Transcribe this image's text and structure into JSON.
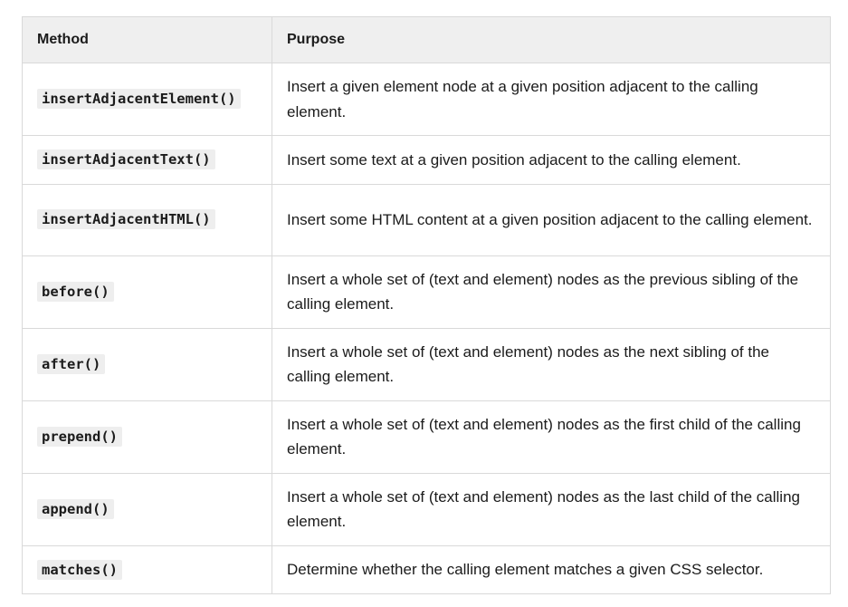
{
  "table": {
    "headers": {
      "method": "Method",
      "purpose": "Purpose"
    },
    "rows": [
      {
        "method": "insertAdjacentElement()",
        "purpose": "Insert a given element node at a given position adjacent to the calling element."
      },
      {
        "method": "insertAdjacentText()",
        "purpose": "Insert some text at a given position adjacent to the calling element."
      },
      {
        "method": "insertAdjacentHTML()",
        "purpose": "Insert some HTML content at a given position adjacent to the calling element."
      },
      {
        "method": "before()",
        "purpose": "Insert a whole set of (text and element) nodes as the previous sibling of the calling element."
      },
      {
        "method": "after()",
        "purpose": "Insert a whole set of (text and element) nodes as the next sibling of the calling element."
      },
      {
        "method": "prepend()",
        "purpose": "Insert a whole set of (text and element) nodes as the first child of the calling element."
      },
      {
        "method": "append()",
        "purpose": "Insert a whole set of (text and element) nodes as the last child of the calling element."
      },
      {
        "method": "matches()",
        "purpose": "Determine whether the calling element matches a given CSS selector."
      }
    ]
  }
}
